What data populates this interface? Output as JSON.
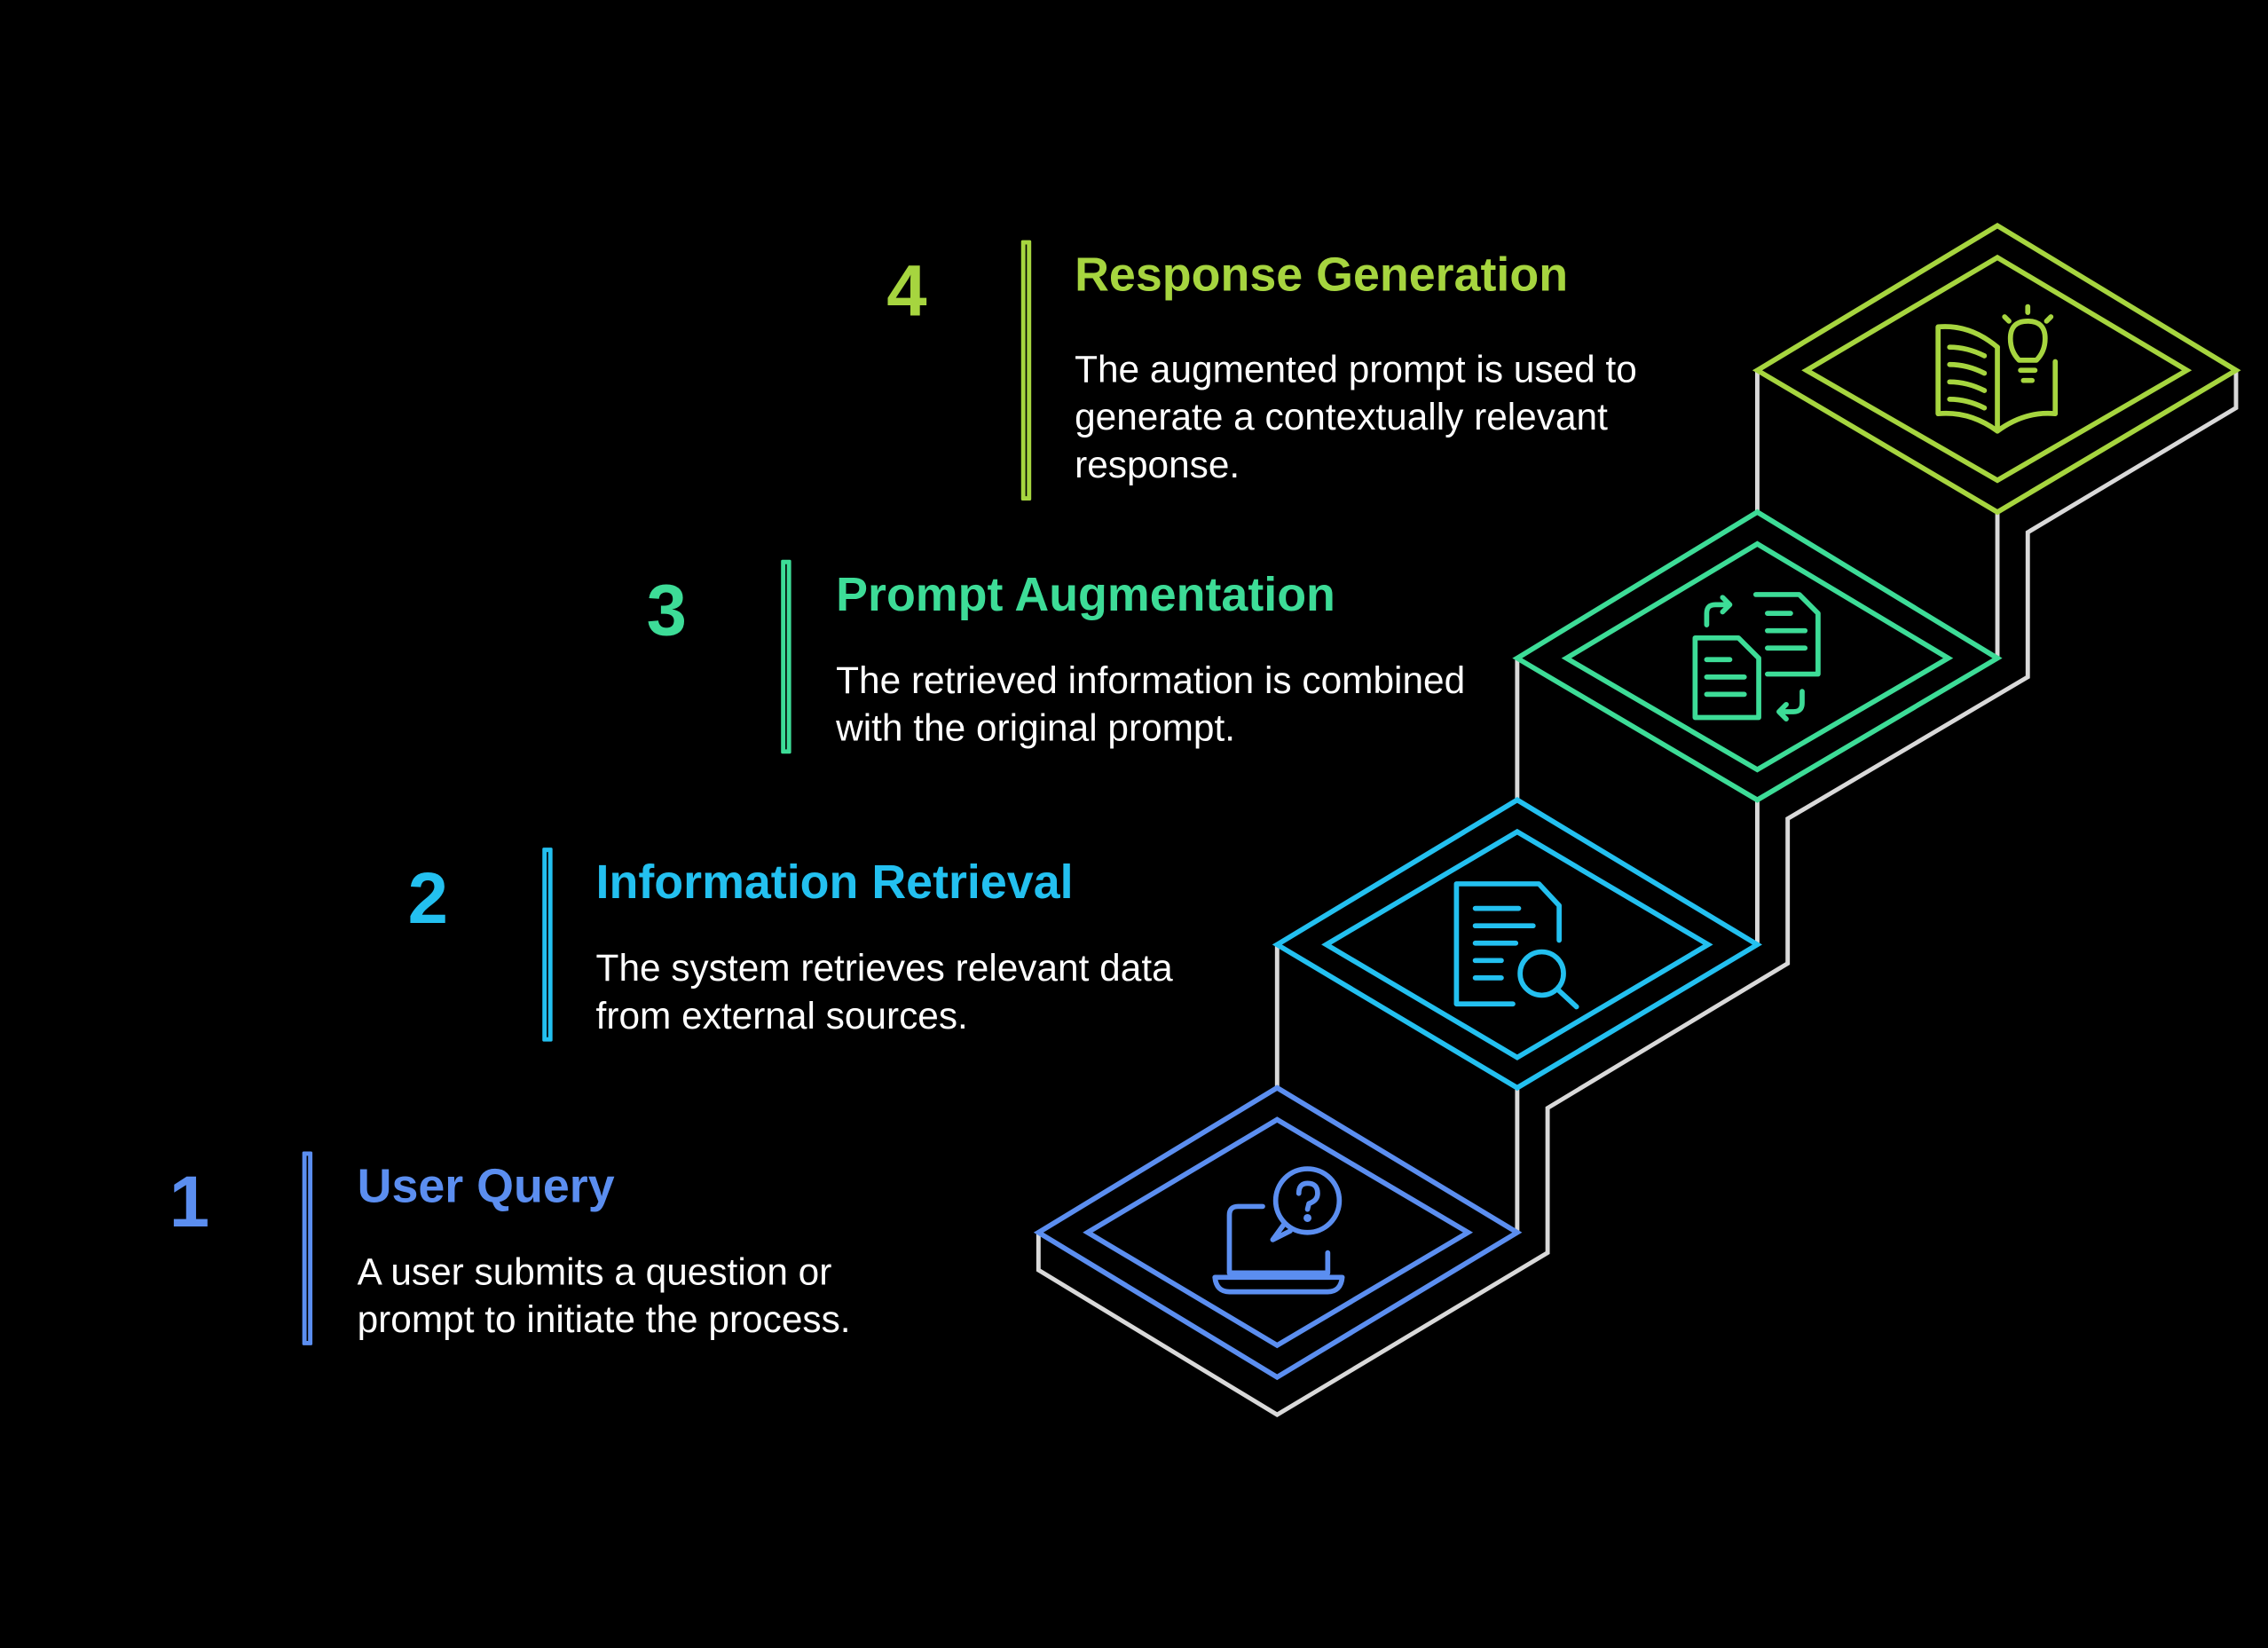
{
  "colors": {
    "background": "#000000",
    "step1": "#5b8ef0",
    "step2": "#23c0f0",
    "step3": "#3ddc97",
    "step4": "#a6d53f",
    "connector": "#d9d9d9",
    "description": "#ffffff"
  },
  "steps": [
    {
      "number": "1",
      "title": "User Query",
      "description": "A user submits a question or prompt to initiate the process.",
      "icon": "laptop-question-icon"
    },
    {
      "number": "2",
      "title": "Information Retrieval",
      "description": "The system retrieves relevant data from external sources.",
      "icon": "document-search-icon"
    },
    {
      "number": "3",
      "title": "Prompt Augmentation",
      "description": "The retrieved information is combined with the original prompt.",
      "icon": "document-exchange-icon"
    },
    {
      "number": "4",
      "title": "Response Generation",
      "description": "The augmented prompt is used to generate a contextually relevant response.",
      "icon": "book-lightbulb-icon"
    }
  ]
}
